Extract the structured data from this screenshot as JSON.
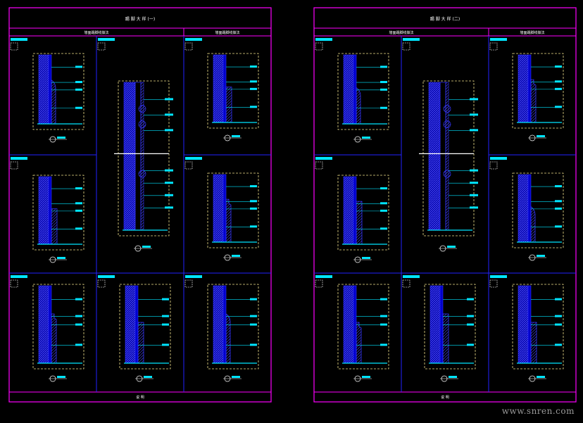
{
  "colors": {
    "background": "#000000",
    "frame": "#ff00ff",
    "grid": "#2222ff",
    "detail": "#3333ff",
    "leader": "#00e5ff",
    "note": "#00e5ff",
    "dashed_box": "#f0e08a",
    "white": "#ffffff"
  },
  "watermark": "www.snren.com",
  "sheets": [
    {
      "title": "踢 脚 大 样 (一)",
      "footer": "说 明",
      "subheads": [
        "墙面踢脚线做法",
        "墙面踢脚线做法"
      ]
    },
    {
      "title": "踢 脚 大 样 (二)",
      "footer": "说 明",
      "subheads": [
        "墙面踢脚线做法",
        "墙面踢脚线做法"
      ]
    }
  ]
}
